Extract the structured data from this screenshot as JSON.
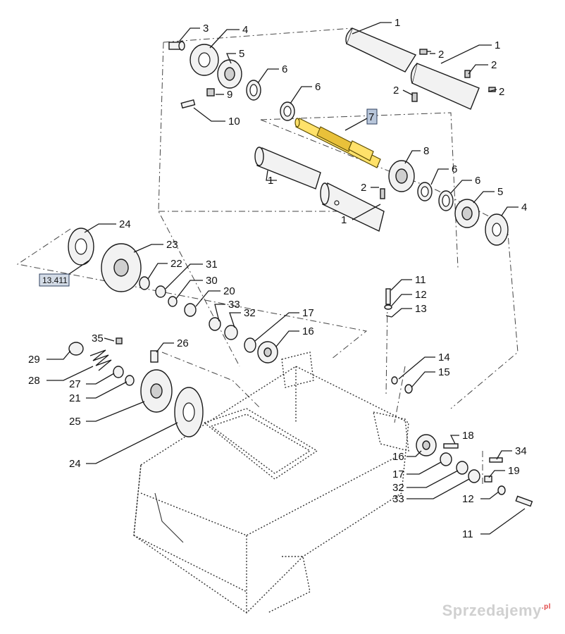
{
  "diagram": {
    "highlighted_part": "7",
    "reference_label": "13.411",
    "callouts": {
      "c1a": "1",
      "c1b": "1",
      "c1c": "1",
      "c1d": "1",
      "c2a": "2",
      "c2b": "2",
      "c2c": "2",
      "c2d": "2",
      "c2e": "2",
      "c3": "3",
      "c4a": "4",
      "c4b": "4",
      "c5a": "5",
      "c5b": "5",
      "c6a": "6",
      "c6b": "6",
      "c6c": "6",
      "c6d": "6",
      "c8": "8",
      "c9": "9",
      "c10": "10",
      "c11a": "11",
      "c11b": "11",
      "c12a": "12",
      "c12b": "12",
      "c13": "13",
      "c14": "14",
      "c15": "15",
      "c16a": "16",
      "c16b": "16",
      "c17a": "17",
      "c17b": "17",
      "c18": "18",
      "c19": "19",
      "c20": "20",
      "c21": "21",
      "c22": "22",
      "c23": "23",
      "c24a": "24",
      "c24b": "24",
      "c25": "25",
      "c26": "26",
      "c27": "27",
      "c28": "28",
      "c29": "29",
      "c30": "30",
      "c31": "31",
      "c32a": "32",
      "c32b": "32",
      "c33a": "33",
      "c33b": "33",
      "c34": "34",
      "c35": "35"
    }
  },
  "watermark": {
    "text": "Sprzedajemy",
    "suffix": ".pl"
  }
}
